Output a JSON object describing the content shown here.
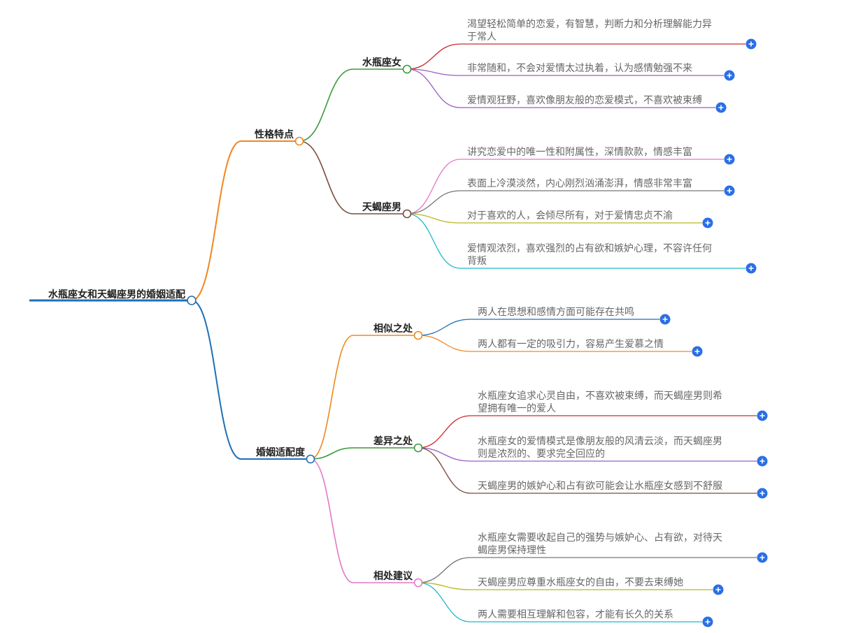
{
  "mindmap": {
    "root": {
      "label": "水瓶座女和天蝎座男的婚姻适配",
      "color": "#1f6fb5"
    },
    "branches": [
      {
        "label": "性格特点",
        "color": "#f0871e",
        "children": [
          {
            "label": "水瓶座女",
            "color": "#3a9a3a",
            "leaves": [
              {
                "lines": [
                  "渴望轻松简单的恋爱，有智慧，判断力和分析理解能力异",
                  "于常人"
                ],
                "color": "#cc2a2a"
              },
              {
                "lines": [
                  "非常随和，不会对爱情太过执着，认为感情勉强不来"
                ],
                "color": "#9a5cc6"
              },
              {
                "lines": [
                  "爱情观狂野，喜欢像朋友般的恋爱模式，不喜欢被束缚"
                ],
                "color": "#9a5cc6"
              }
            ]
          },
          {
            "label": "天蝎座男",
            "color": "#7a4a3a",
            "leaves": [
              {
                "lines": [
                  "讲究恋爱中的唯一性和附属性，深情款款，情感丰富"
                ],
                "color": "#e478c6"
              },
              {
                "lines": [
                  "表面上冷漠淡然，内心刚烈汹涌澎湃，情感非常丰富"
                ],
                "color": "#777777"
              },
              {
                "lines": [
                  "对于喜欢的人，会倾尽所有，对于爱情忠贞不渝"
                ],
                "color": "#b8b81e"
              },
              {
                "lines": [
                  "爱情观浓烈，喜欢强烈的占有欲和嫉妒心理，不容许任何",
                  "背叛"
                ],
                "color": "#1eb8cc"
              }
            ]
          }
        ]
      },
      {
        "label": "婚姻适配度",
        "color": "#1f6fb5",
        "children": [
          {
            "label": "相似之处",
            "color": "#f0871e",
            "leaves": [
              {
                "lines": [
                  "两人在思想和感情方面可能存在共鸣"
                ],
                "color": "#1f6fb5"
              },
              {
                "lines": [
                  "两人都有一定的吸引力，容易产生爱慕之情"
                ],
                "color": "#f0871e"
              }
            ]
          },
          {
            "label": "差异之处",
            "color": "#3a9a3a",
            "leaves": [
              {
                "lines": [
                  "水瓶座女追求心灵自由，不喜欢被束缚，而天蝎座男则希",
                  "望拥有唯一的爱人"
                ],
                "color": "#cc2a2a"
              },
              {
                "lines": [
                  "水瓶座女的爱情模式是像朋友般的风清云淡，而天蝎座男",
                  "则是浓烈的、要求完全回应的"
                ],
                "color": "#9a5cc6"
              },
              {
                "lines": [
                  "天蝎座男的嫉妒心和占有欲可能会让水瓶座女感到不舒服"
                ],
                "color": "#7a4a3a"
              }
            ]
          },
          {
            "label": "相处建议",
            "color": "#e478c6",
            "leaves": [
              {
                "lines": [
                  "水瓶座女需要收起自己的强势与嫉妒心、占有欲，对待天",
                  "蝎座男保持理性"
                ],
                "color": "#777777"
              },
              {
                "lines": [
                  "天蝎座男应尊重水瓶座女的自由，不要去束缚她"
                ],
                "color": "#b8b81e"
              },
              {
                "lines": [
                  "两人需要相互理解和包容，才能有长久的关系"
                ],
                "color": "#1eb8cc"
              }
            ]
          }
        ]
      }
    ],
    "expand_button_color": "#2b6fe6"
  }
}
